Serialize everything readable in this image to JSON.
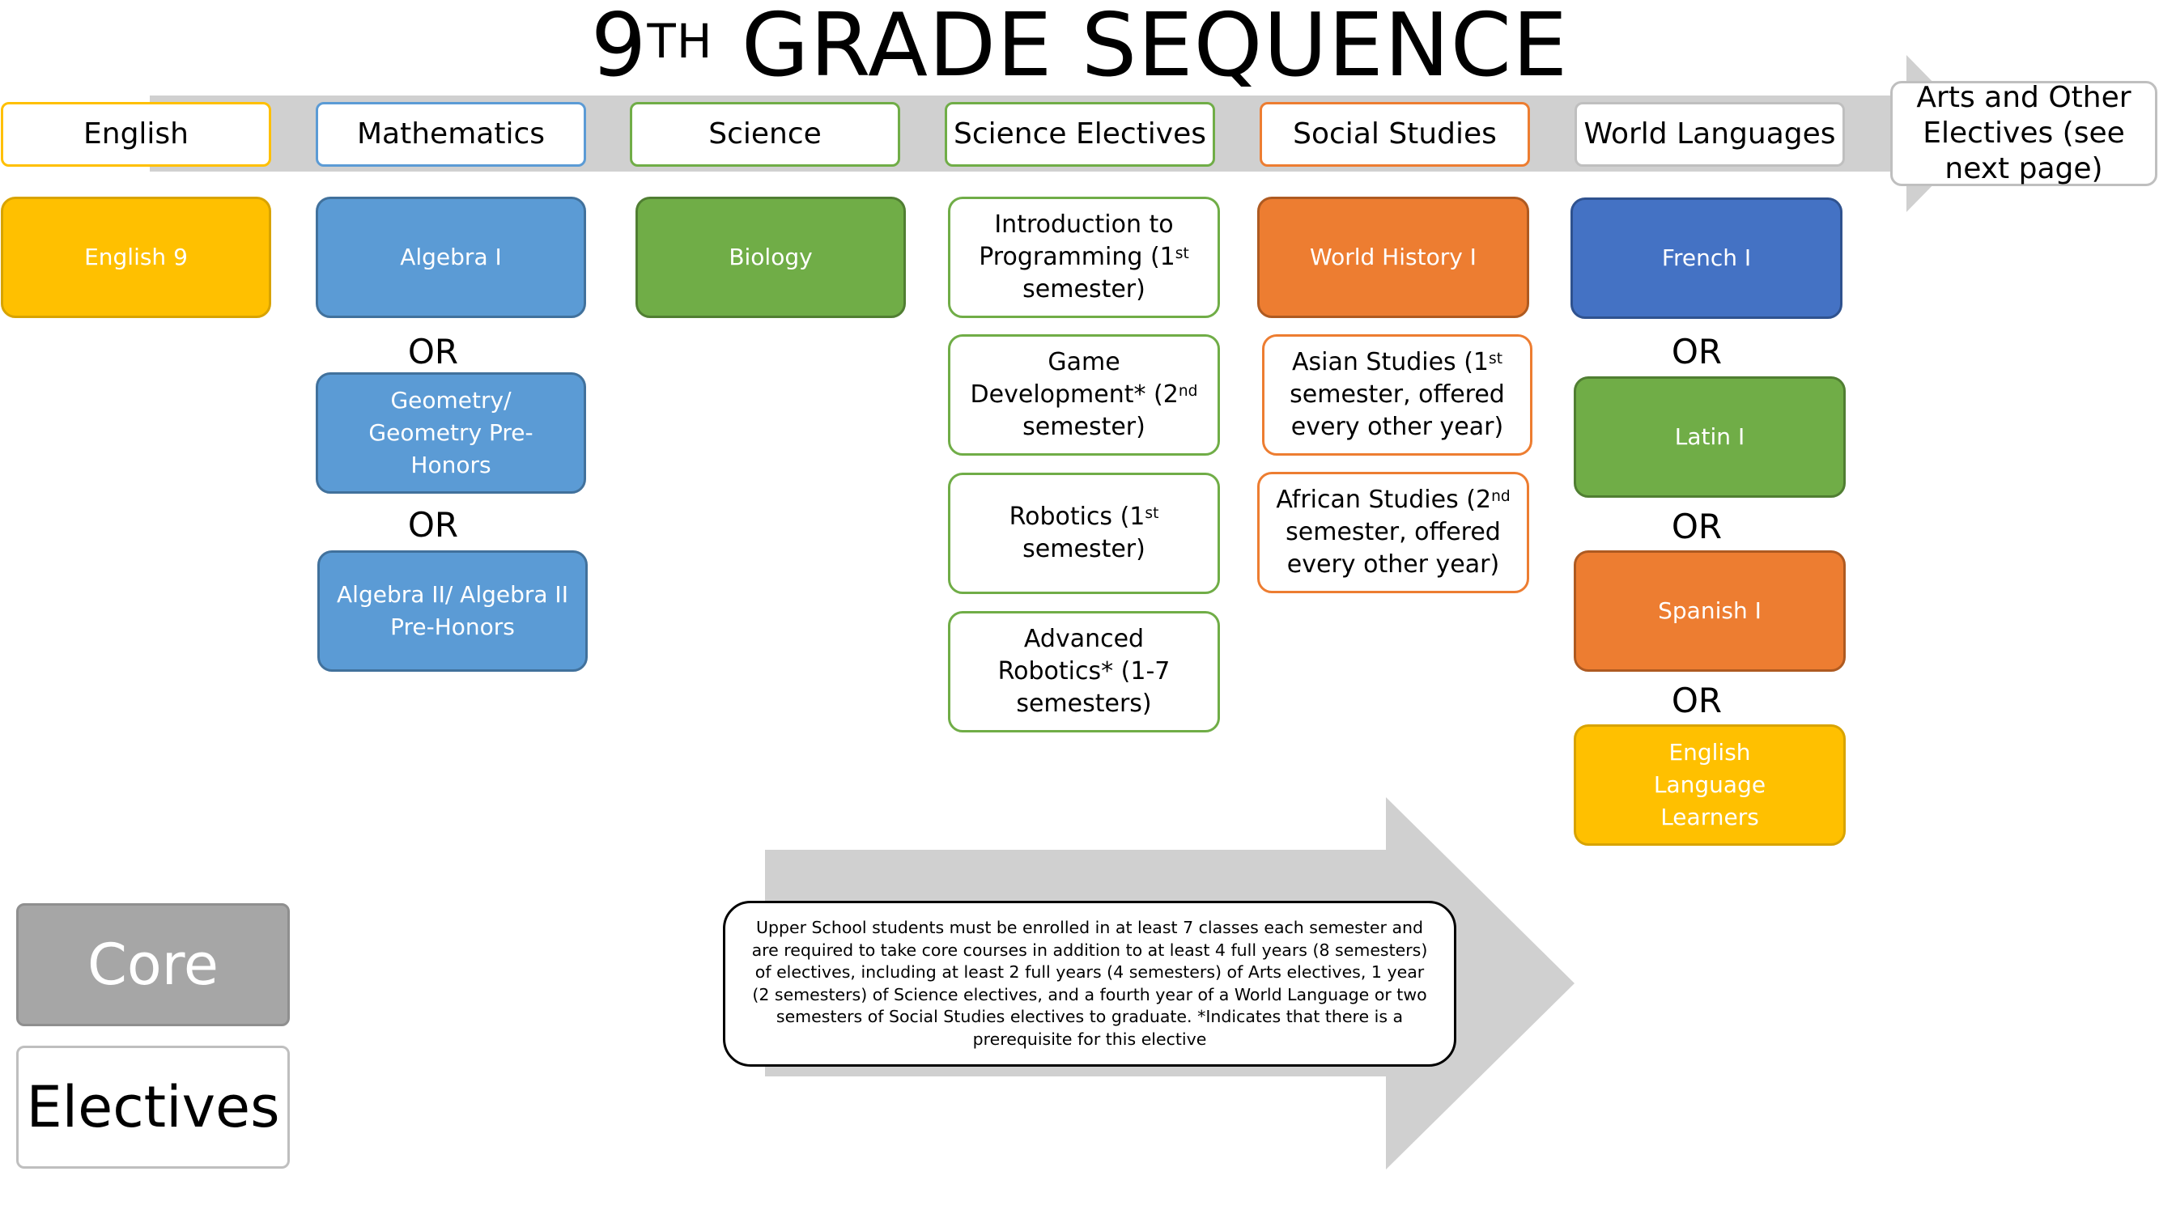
{
  "title": {
    "main": "9",
    "sup": "TH",
    "rest": " GRADE SEQUENCE"
  },
  "headers": {
    "english": "English",
    "mathematics": "Mathematics",
    "science": "Science",
    "science_electives": "Science Electives",
    "social_studies": "Social Studies",
    "world_languages": "World Languages",
    "arts_other": "Arts and Other Electives (see next page)"
  },
  "courses": {
    "english9": "English 9",
    "algebra1": "Algebra I",
    "geometry": "Geometry/ Geometry Pre-Honors",
    "algebra2": "Algebra II/ Algebra II Pre-Honors",
    "biology": "Biology",
    "intro_prog": {
      "a": "Introduction to Programming (1",
      "sup": "st",
      "b": " semester)"
    },
    "game_dev": {
      "a": "Game Development* (2",
      "sup": "nd",
      "b": " semester)"
    },
    "robotics": {
      "a": "Robotics (1",
      "sup": "st",
      "b": " semester)"
    },
    "adv_robotics": "Advanced Robotics* (1-7 semesters)",
    "world_history": "World History I",
    "asian_studies": {
      "a": "Asian Studies (1",
      "sup": "st",
      "b": " semester, offered every other year)"
    },
    "african_studies": {
      "a": "African Studies (2",
      "sup": "nd",
      "b": " semester, offered every other year)"
    },
    "french": "French I",
    "latin": "Latin I",
    "spanish": "Spanish I",
    "ell": "English Language Learners"
  },
  "or_label": "OR",
  "note": "Upper School students must be enrolled in at least 7 classes each semester and are required to take core courses in addition to at least 4 full years (8 semesters) of electives, including at least 2 full years (4 semesters) of Arts electives, 1 year (2 semesters) of Science electives, and a fourth year of a World Language or two semesters of Social Studies electives to graduate. *Indicates that there is a prerequisite for this elective",
  "legend": {
    "core": "Core",
    "electives": "Electives"
  },
  "colors": {
    "english": "#FFC000",
    "math": "#5B9BD5",
    "science": "#70AD47",
    "social": "#ED7D31",
    "french": "#4472C4",
    "arrow": "#D0D0D0",
    "core_gray": "#A6A6A6"
  }
}
